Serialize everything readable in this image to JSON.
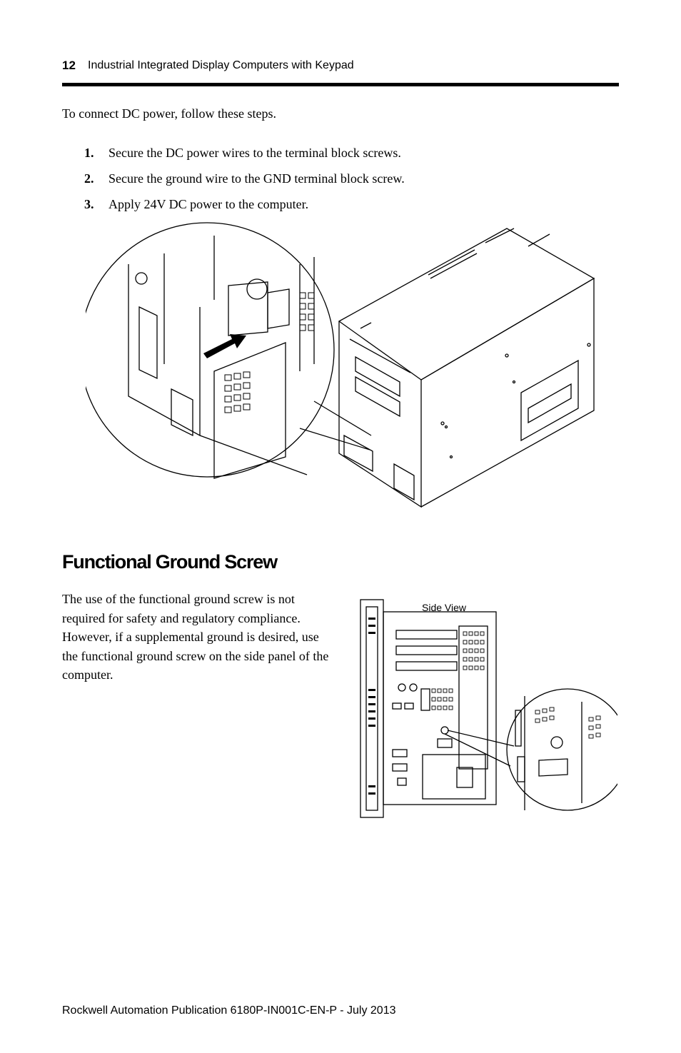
{
  "header": {
    "page_number": "12",
    "running_title": "Industrial Integrated Display Computers with Keypad"
  },
  "intro_text": "To connect DC power, follow these steps.",
  "steps": [
    {
      "number": "1.",
      "text": "Secure the DC power wires to the terminal block screws."
    },
    {
      "number": "2.",
      "text": "Secure the ground wire to the GND terminal block screw."
    },
    {
      "number": "3.",
      "text": "Apply 24V DC power to the computer."
    }
  ],
  "section": {
    "title": "Functional Ground Screw",
    "paragraph": "The use of the functional ground screw is not required for safety and regulatory compliance. However, if a supplemental ground is desired, use the functional ground screw on the side panel of the computer."
  },
  "figure_side_view": {
    "label": "Side View"
  },
  "footer": {
    "publication": "Rockwell Automation Publication 6180P-IN001C-EN-P - July 2013"
  }
}
